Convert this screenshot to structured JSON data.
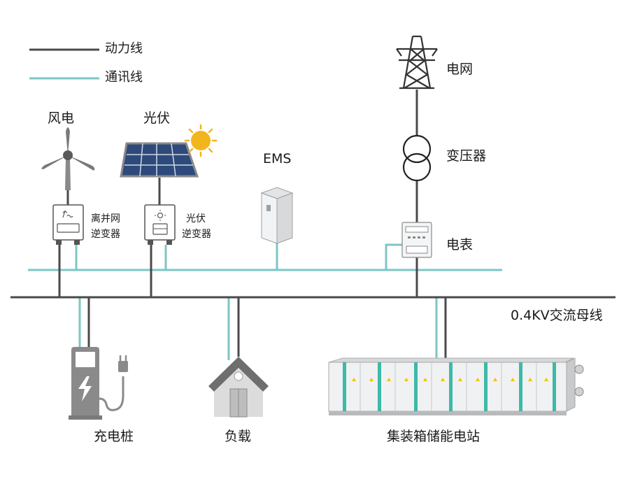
{
  "legend": {
    "power_line": "动力线",
    "comm_line": "通讯线"
  },
  "labels": {
    "wind": "风电",
    "solar": "光伏",
    "ems": "EMS",
    "grid": "电网",
    "transformer": "变压器",
    "meter": "电表",
    "offgrid_inverter_line1": "离并网",
    "offgrid_inverter_line2": "逆变器",
    "pv_inverter_line1": "光伏",
    "pv_inverter_line2": "逆变器",
    "bus": "0.4KV交流母线",
    "charger": "充电桩",
    "load": "负载",
    "storage": "集装箱储能电站"
  },
  "colors": {
    "power_line": "#4a4a4a",
    "comm_line": "#7dc6c4",
    "accent_teal": "#3fb9a8",
    "sun": "#f2b51c",
    "panel_blue": "#2d4a7a"
  },
  "icons": {
    "wind": "wind-turbine-icon",
    "solar": "solar-panel-icon",
    "sun": "sun-icon",
    "tower": "transmission-tower-icon",
    "transformer": "transformer-icon",
    "meter": "electric-meter-icon",
    "ems": "ems-cabinet-icon",
    "charger": "charging-pile-icon",
    "house": "house-icon",
    "storage": "energy-storage-container-icon"
  }
}
